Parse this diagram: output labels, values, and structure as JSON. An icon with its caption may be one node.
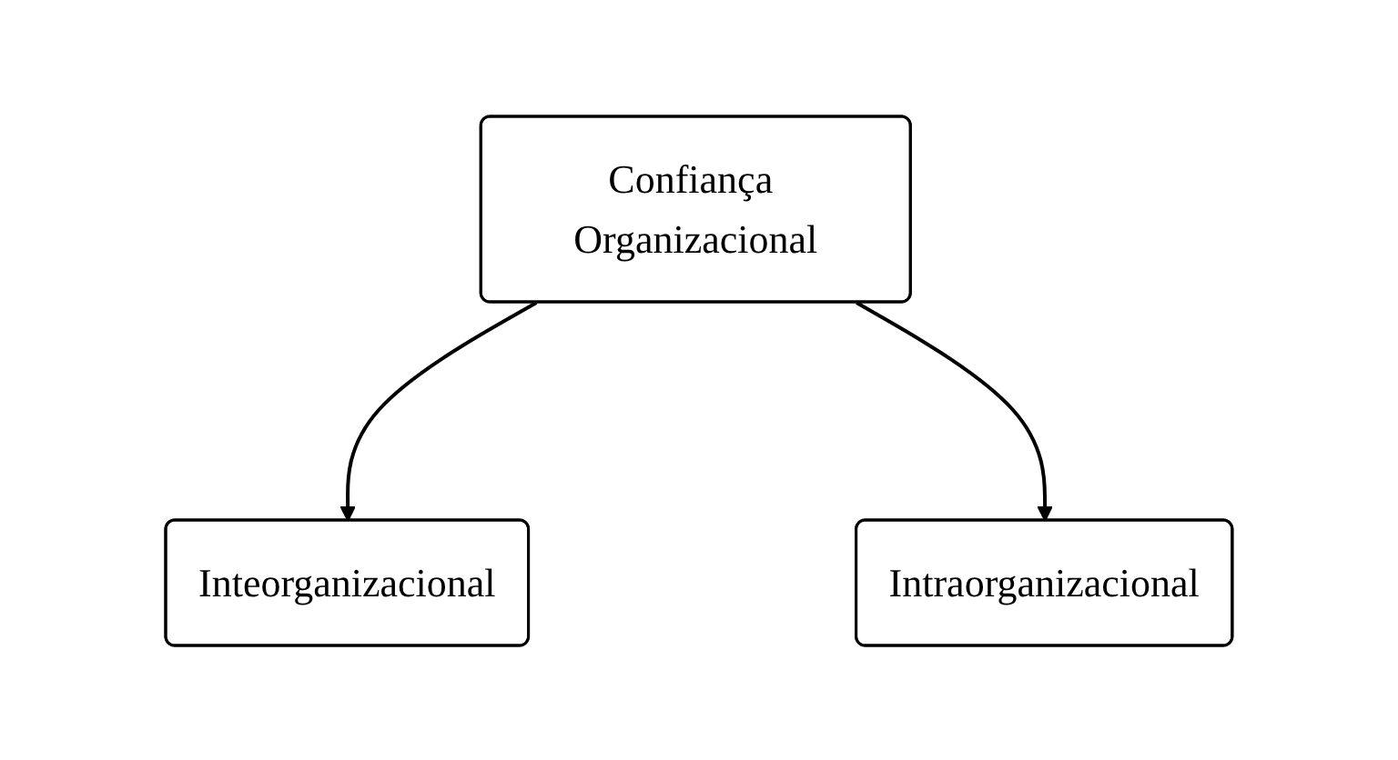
{
  "diagram": {
    "nodes": [
      {
        "text": [
          "Confiança Organizacional"
        ]
      },
      {
        "text": [
          "Inteorganizacional"
        ]
      },
      {
        "text": [
          "Intraorganizacional"
        ]
      }
    ],
    "edges": [
      {
        "from": 0,
        "to": 1,
        "arrow": "to"
      },
      {
        "from": 0,
        "to": 2,
        "arrow": "to"
      }
    ]
  }
}
